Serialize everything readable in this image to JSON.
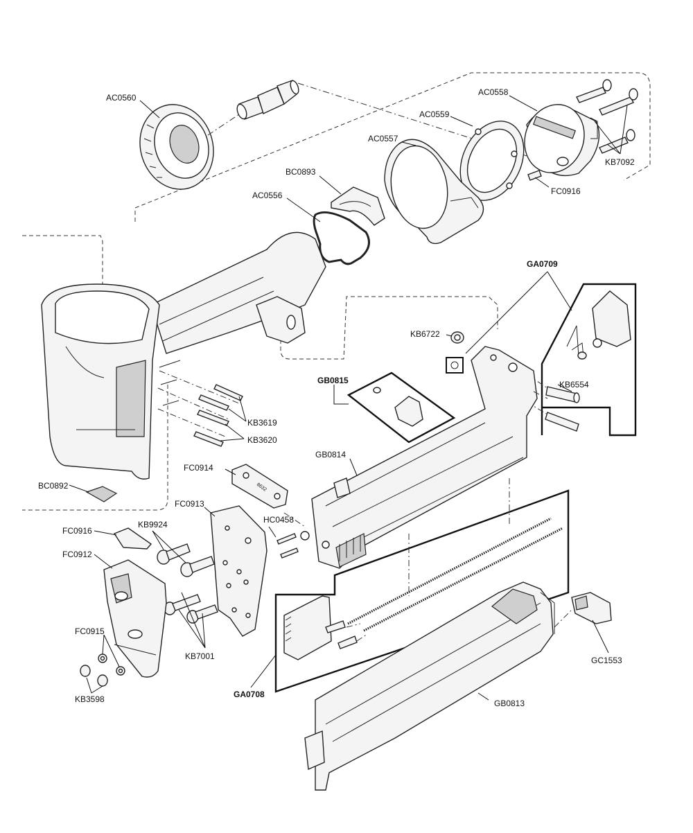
{
  "diagram": {
    "type": "exploded-parts-view",
    "labels": {
      "ac0560": "AC0560",
      "ac0558": "AC0558",
      "ac0559": "AC0559",
      "ac0557": "AC0557",
      "bc0893": "BC0893",
      "ac0556": "AC0556",
      "kb7092": "KB7092",
      "fc0916_top": "FC0916",
      "ga0709": "GA0709",
      "kb6722": "KB6722",
      "gb0815": "GB0815",
      "kb6554": "KB6554",
      "kb3619": "KB3619",
      "kb3620": "KB3620",
      "gb0814": "GB0814",
      "fc0914": "FC0914",
      "bc0892": "BC0892",
      "fc0913": "FC0913",
      "hc0458": "HC0458",
      "kb9924": "KB9924",
      "fc0916_bottom": "FC0916",
      "fc0912": "FC0912",
      "fc0915": "FC0915",
      "kb7001": "KB7001",
      "kb3598": "KB3598",
      "ga0708": "GA0708",
      "gc1553": "GC1553",
      "gb0813": "GB0813"
    },
    "colors": {
      "line": "#222222",
      "fill_light": "#f4f4f4",
      "fill_dark": "#333333",
      "background": "#ffffff"
    }
  }
}
